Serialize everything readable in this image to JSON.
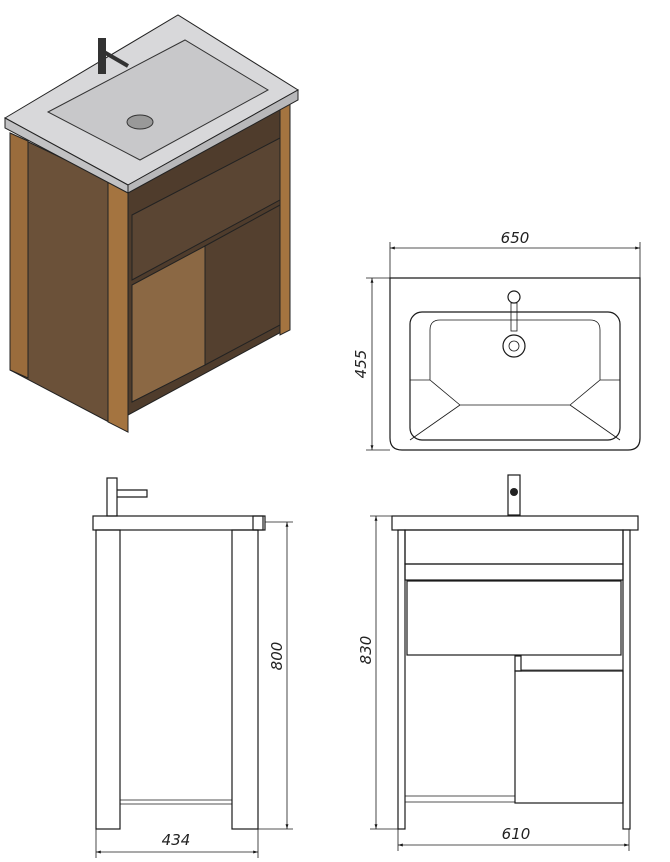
{
  "title": "Vanity unit with washbasin - technical drawing",
  "dimensions": {
    "top_width": "650",
    "top_depth": "455",
    "side_height": "800",
    "side_depth": "434",
    "front_height": "830",
    "front_width": "610"
  },
  "colors": {
    "wood_dark": "#5a4533",
    "wood_light": "#9a6c3c",
    "ceramic": "#d4d4d6",
    "line": "#1a1a1a"
  }
}
